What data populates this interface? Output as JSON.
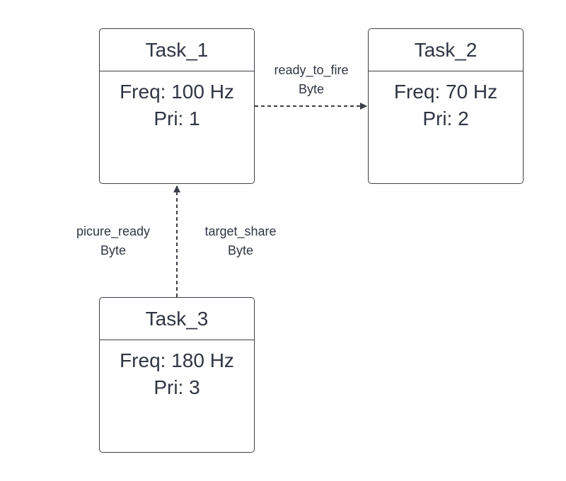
{
  "tasks": [
    {
      "name": "Task_1",
      "freq": "Freq: 100 Hz",
      "pri": "Pri: 1"
    },
    {
      "name": "Task_2",
      "freq": "Freq: 70 Hz",
      "pri": "Pri: 2"
    },
    {
      "name": "Task_3",
      "freq": "Freq: 180 Hz",
      "pri": "Pri: 3"
    }
  ],
  "edges": [
    {
      "from": "Task_1",
      "to": "Task_2",
      "label": "ready_to_fire",
      "type": "Byte"
    },
    {
      "from": "Task_3",
      "to": "Task_1",
      "labels": [
        {
          "label": "picure_ready",
          "type": "Byte"
        },
        {
          "label": "target_share",
          "type": "Byte"
        }
      ]
    }
  ],
  "colors": {
    "stroke": "#3b3f48",
    "text": "#2f3542",
    "background": "#ffffff"
  }
}
